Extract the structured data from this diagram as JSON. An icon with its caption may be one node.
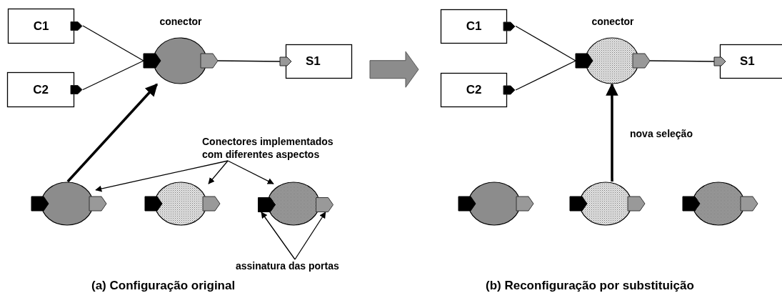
{
  "diagram": {
    "nodes": [
      {
        "text": [
          "C1"
        ]
      },
      {
        "text": [
          "C2"
        ]
      },
      {
        "text": [
          "conector"
        ]
      },
      {
        "text": [
          "S1"
        ]
      },
      {
        "text": [],
        "shape": "circle"
      },
      {
        "text": [],
        "shape": "circle"
      },
      {
        "text": [],
        "shape": "circle"
      },
      {
        "text": [
          "Conectores implementados com diferentes aspectos"
        ]
      },
      {
        "text": [
          "assinatura das portas"
        ]
      },
      {
        "text": [],
        "shape": "box"
      },
      {
        "text": [],
        "shape": "box"
      },
      {
        "text": [
          "C1"
        ]
      },
      {
        "text": [
          "C2"
        ]
      },
      {
        "text": [
          "conector"
        ]
      },
      {
        "text": [
          "S1"
        ]
      },
      {
        "text": [],
        "shape": "circle"
      },
      {
        "text": [],
        "shape": "circle"
      },
      {
        "text": [],
        "shape": "circle"
      }
    ],
    "edges": [
      {
        "from": 0,
        "to": 2,
        "arrow": "none"
      },
      {
        "from": 1,
        "to": 2,
        "arrow": "none"
      },
      {
        "from": 2,
        "to": 3,
        "arrow": "none"
      },
      {
        "from": 4,
        "to": 2,
        "arrow": "to",
        "style": "thick"
      },
      {
        "from": 7,
        "to": 4,
        "arrow": "to"
      },
      {
        "from": 7,
        "to": 5,
        "arrow": "to"
      },
      {
        "from": 7,
        "to": 6,
        "arrow": "to"
      },
      {
        "from": 8,
        "to": 9,
        "arrow": "to"
      },
      {
        "from": 8,
        "to": 10,
        "arrow": "to"
      },
      {
        "from": 11,
        "to": 13,
        "arrow": "none"
      },
      {
        "from": 12,
        "to": 13,
        "arrow": "none"
      },
      {
        "from": 13,
        "to": 14,
        "arrow": "none"
      },
      {
        "from": 16,
        "to": 13,
        "arrow": "to",
        "style": "thick",
        "label": "nova seleção"
      },
      {
        "from": 3,
        "to": 12,
        "arrow": "to",
        "style": "thick",
        "color": "#8c8c8c"
      }
    ],
    "labels": [
      "(a) Configuração original",
      "(b) Reconfiguração por substituição"
    ]
  }
}
